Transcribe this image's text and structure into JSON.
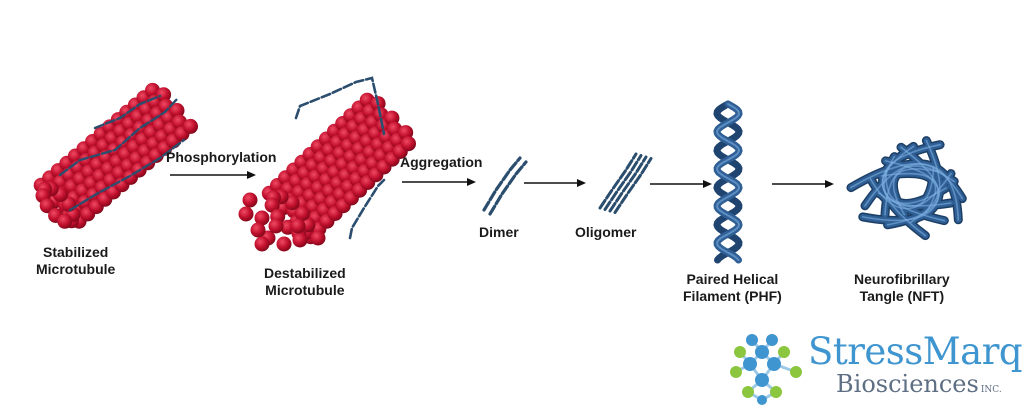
{
  "stages": [
    {
      "id": "stabilized",
      "line1": "Stabilized",
      "line2": "Microtubule"
    },
    {
      "id": "destabilized",
      "line1": "Destabilized",
      "line2": "Microtubule"
    },
    {
      "id": "dimer",
      "line1": "Dimer",
      "line2": ""
    },
    {
      "id": "oligomer",
      "line1": "Oligomer",
      "line2": ""
    },
    {
      "id": "phf",
      "line1": "Paired Helical",
      "line2": "Filament (PHF)"
    },
    {
      "id": "nft",
      "line1": "Neurofibrillary",
      "line2": "Tangle (NFT)"
    }
  ],
  "transitions": {
    "phosphorylation": "Phosphorylation",
    "aggregation": "Aggregation"
  },
  "brand": {
    "name": "StressMarq",
    "sub": "Biosciences",
    "inc": "INC."
  },
  "colors": {
    "microtubule": "#c1102e",
    "tau": "#2b4d6e",
    "filament": "#2f5f94",
    "arrow": "#111111",
    "brand_blue": "#3f95cf",
    "brand_green": "#8cc63f"
  }
}
